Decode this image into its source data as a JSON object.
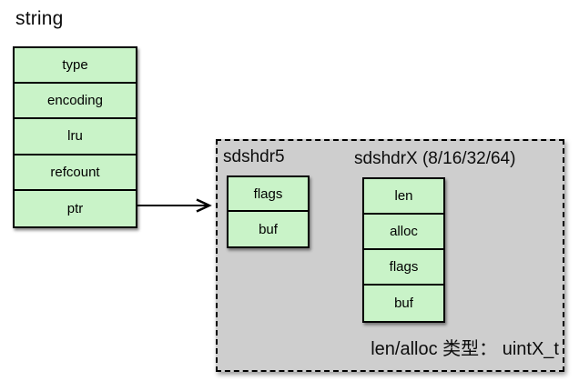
{
  "title": "string",
  "robj": {
    "rows": [
      "type",
      "encoding",
      "lru",
      "refcount",
      "ptr"
    ]
  },
  "sds": {
    "sdshdr5": {
      "label": "sdshdr5",
      "rows": [
        "flags",
        "buf"
      ]
    },
    "sdshdrX": {
      "label": "sdshdrX (8/16/32/64)",
      "rows": [
        "len",
        "alloc",
        "flags",
        "buf"
      ]
    },
    "note": "len/alloc 类型： uintX_t"
  },
  "colors": {
    "cell_fill": "#c9f3c8",
    "container_fill": "#cecece",
    "line": "#000000",
    "background": "#ffffff"
  }
}
